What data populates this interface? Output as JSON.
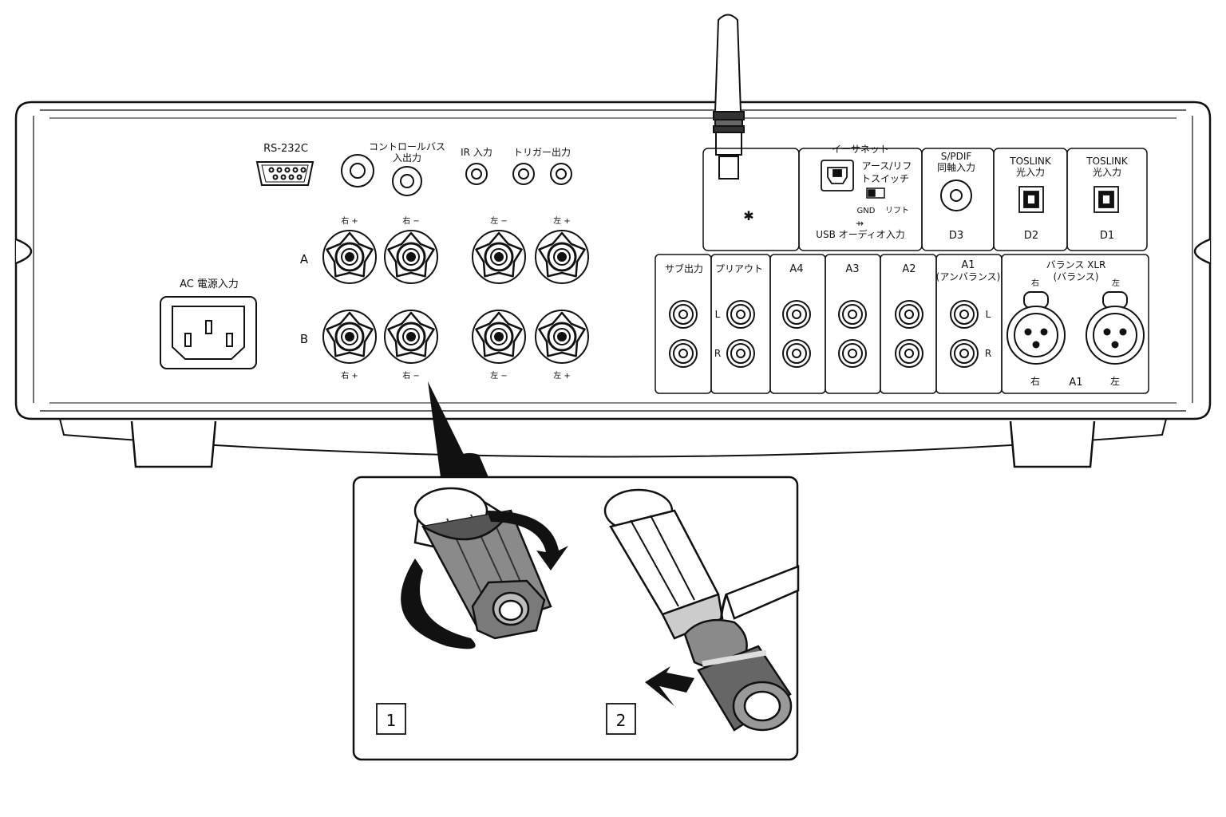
{
  "labels": {
    "rs232c": "RS-232C",
    "controlbus_1": "コントロールバス",
    "controlbus_2": "入出力",
    "ir_in": "IR 入力",
    "trigger_out": "トリガー出力",
    "ac_in": "AC 電源入力",
    "speaker_a": "A",
    "speaker_b": "B",
    "right_plus": "右 +",
    "right_minus": "右 −",
    "left_minus": "左 −",
    "left_plus": "左 +",
    "ethernet": "イーサネット",
    "ground_lift_1": "アース/リフ",
    "ground_lift_2": "トスイッチ",
    "gnd": "GND",
    "lift": "リフト",
    "usb_audio": "USB オーディオ入力",
    "spdif_1": "S/PDIF",
    "spdif_2": "同軸入力",
    "d3": "D3",
    "toslink_1": "TOSLINK",
    "toslink_2": "光入力",
    "d2": "D2",
    "d1": "D1",
    "sub_out": "サブ出力",
    "preout": "プリアウト",
    "a4": "A4",
    "a3": "A3",
    "a2": "A2",
    "a1": "A1",
    "a1_unbal": "(アンバランス)",
    "balanced_xlr_1": "バランス XLR",
    "balanced_xlr_2": "(バランス)",
    "right": "右",
    "left": "左",
    "ch_l": "L",
    "ch_r": "R",
    "step_1": "1",
    "step_2": "2"
  }
}
